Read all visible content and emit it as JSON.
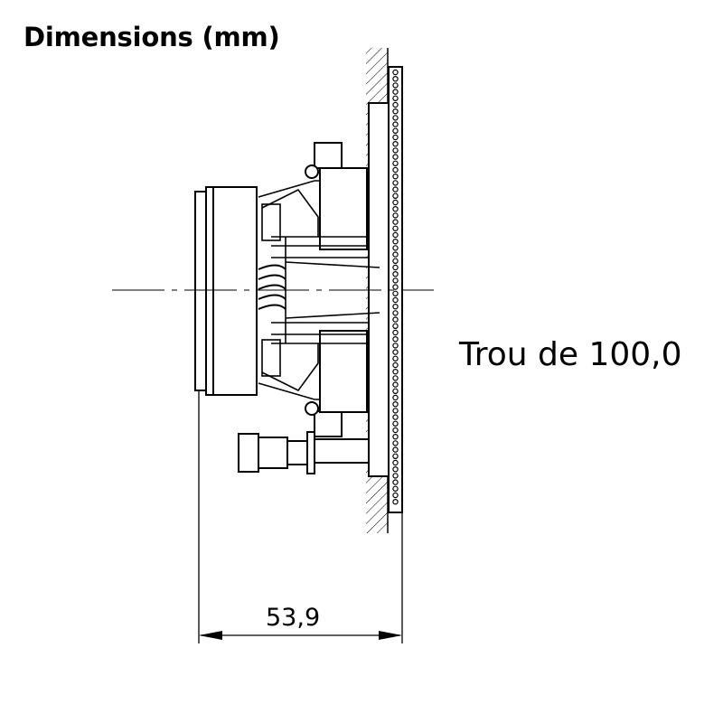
{
  "title": "Dimensions (mm)",
  "hole_label": "Trou de 100,0",
  "depth_label": "53,9",
  "colors": {
    "line": "#000000",
    "background": "#ffffff"
  }
}
